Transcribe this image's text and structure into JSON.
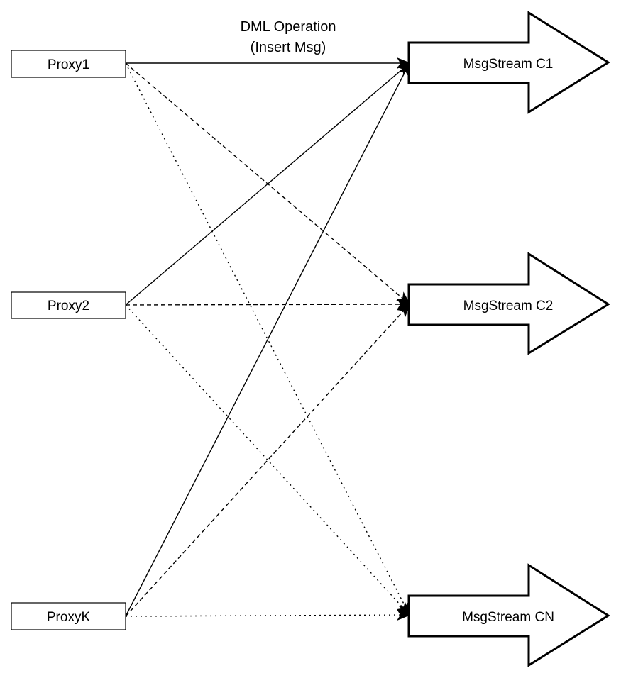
{
  "annotation": {
    "line1": "DML Operation",
    "line2": "(Insert Msg)"
  },
  "proxies": [
    {
      "label": "Proxy1"
    },
    {
      "label": "Proxy2"
    },
    {
      "label": "ProxyK"
    }
  ],
  "streams": [
    {
      "label": "MsgStream C1"
    },
    {
      "label": "MsgStream C2"
    },
    {
      "label": "MsgStream CN"
    }
  ],
  "connections": [
    {
      "from": "Proxy1",
      "to": "MsgStream C1",
      "style": "solid"
    },
    {
      "from": "Proxy1",
      "to": "MsgStream C2",
      "style": "dashed"
    },
    {
      "from": "Proxy1",
      "to": "MsgStream CN",
      "style": "dotted"
    },
    {
      "from": "Proxy2",
      "to": "MsgStream C1",
      "style": "solid"
    },
    {
      "from": "Proxy2",
      "to": "MsgStream C2",
      "style": "dashed"
    },
    {
      "from": "Proxy2",
      "to": "MsgStream CN",
      "style": "dotted"
    },
    {
      "from": "ProxyK",
      "to": "MsgStream C1",
      "style": "solid"
    },
    {
      "from": "ProxyK",
      "to": "MsgStream C2",
      "style": "dashed"
    },
    {
      "from": "ProxyK",
      "to": "MsgStream CN",
      "style": "dotted"
    }
  ],
  "colors": {
    "stroke": "#000000",
    "fill": "#ffffff"
  }
}
